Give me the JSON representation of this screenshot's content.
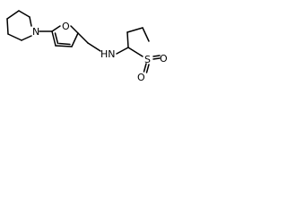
{
  "structure": {
    "atoms": {
      "ring_n": "N",
      "furan_o": "O",
      "amine": "HN",
      "sulfur": "S",
      "sulfone_o1": "O",
      "sulfone_o2": "O"
    }
  }
}
